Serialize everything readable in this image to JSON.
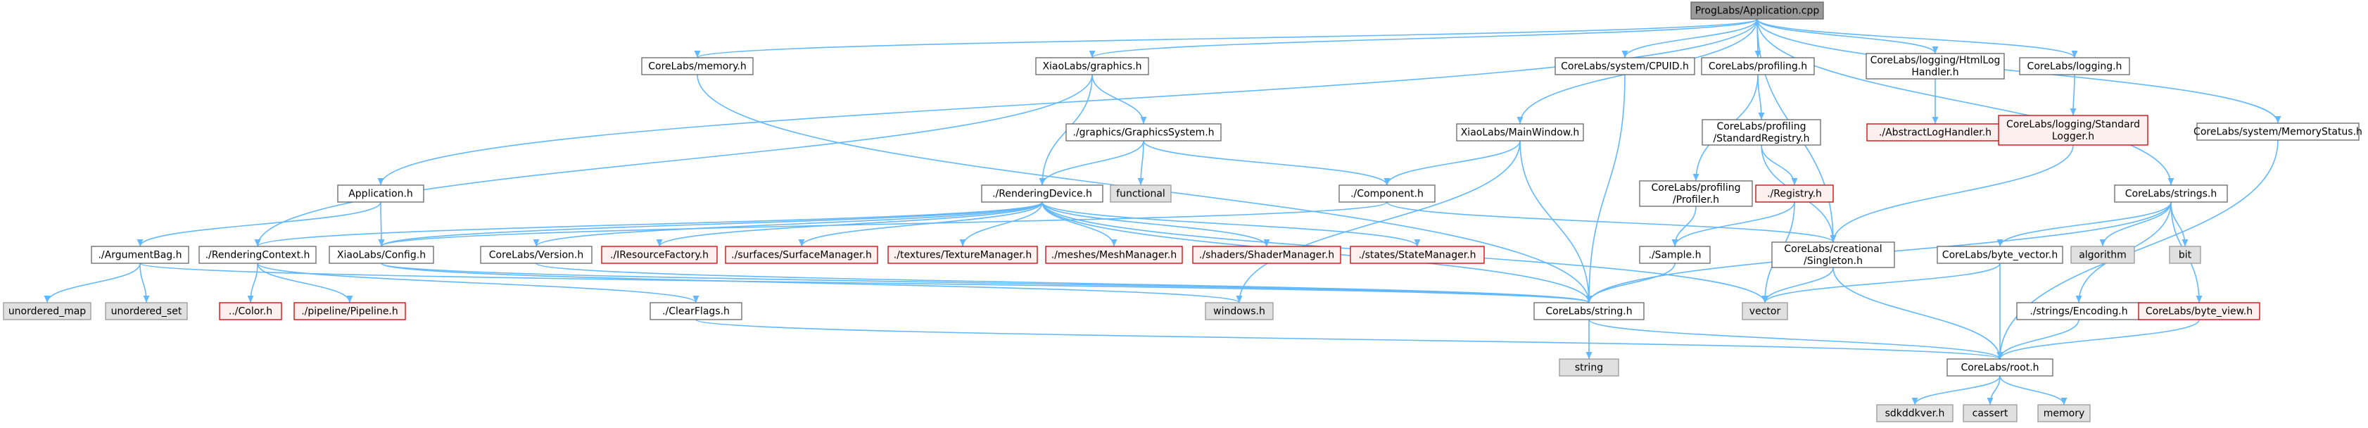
{
  "diagram": {
    "title": "ProgLabs/Application.cpp",
    "colors": {
      "edge": "#63b8ff",
      "focus_fill": "#999999",
      "focus_border": "#666666",
      "normal_fill": "#ffffff",
      "normal_border": "#666666",
      "missing_fill": "#fff0f0",
      "missing_border": "#cc0000",
      "system_fill": "#e0e0e0",
      "system_border": "#999999"
    },
    "nodes": [
      {
        "id": "app_cpp",
        "lines": [
          "ProgLabs/Application.cpp"
        ],
        "kind": "focus"
      },
      {
        "id": "memory_h",
        "lines": [
          "CoreLabs/memory.h"
        ],
        "kind": "normal"
      },
      {
        "id": "graphics_h",
        "lines": [
          "XiaoLabs/graphics.h"
        ],
        "kind": "normal"
      },
      {
        "id": "cpuid_h",
        "lines": [
          "CoreLabs/system/CPUID.h"
        ],
        "kind": "normal"
      },
      {
        "id": "profiling_h",
        "lines": [
          "CoreLabs/profiling.h"
        ],
        "kind": "normal"
      },
      {
        "id": "htmllog_h",
        "lines": [
          "CoreLabs/logging/HtmlLog",
          "Handler.h"
        ],
        "kind": "normal"
      },
      {
        "id": "logging_h",
        "lines": [
          "CoreLabs/logging.h"
        ],
        "kind": "normal"
      },
      {
        "id": "memstatus_h",
        "lines": [
          "CoreLabs/system/MemoryStatus.h"
        ],
        "kind": "normal"
      },
      {
        "id": "graphicssystem_h",
        "lines": [
          "./graphics/GraphicsSystem.h"
        ],
        "kind": "normal"
      },
      {
        "id": "mainwindow_h",
        "lines": [
          "XiaoLabs/MainWindow.h"
        ],
        "kind": "normal"
      },
      {
        "id": "stdregistry_h",
        "lines": [
          "CoreLabs/profiling",
          "/StandardRegistry.h"
        ],
        "kind": "normal"
      },
      {
        "id": "abstractlog_h",
        "lines": [
          "./AbstractLogHandler.h"
        ],
        "kind": "missing"
      },
      {
        "id": "stdlogger_h",
        "lines": [
          "CoreLabs/logging/Standard",
          "Logger.h"
        ],
        "kind": "missing"
      },
      {
        "id": "application_h",
        "lines": [
          "Application.h"
        ],
        "kind": "normal"
      },
      {
        "id": "functional",
        "lines": [
          "functional"
        ],
        "kind": "system"
      },
      {
        "id": "renderingdevice_h",
        "lines": [
          "./RenderingDevice.h"
        ],
        "kind": "normal"
      },
      {
        "id": "component_h",
        "lines": [
          "./Component.h"
        ],
        "kind": "normal"
      },
      {
        "id": "registry_h",
        "lines": [
          "./Registry.h"
        ],
        "kind": "missing"
      },
      {
        "id": "profiler_h",
        "lines": [
          "CoreLabs/profiling",
          "/Profiler.h"
        ],
        "kind": "normal"
      },
      {
        "id": "strings_h",
        "lines": [
          "CoreLabs/strings.h"
        ],
        "kind": "normal"
      },
      {
        "id": "argumentbag_h",
        "lines": [
          "./ArgumentBag.h"
        ],
        "kind": "normal"
      },
      {
        "id": "renderingcontext_h",
        "lines": [
          "./RenderingContext.h"
        ],
        "kind": "normal"
      },
      {
        "id": "config_h",
        "lines": [
          "XiaoLabs/Config.h"
        ],
        "kind": "normal"
      },
      {
        "id": "version_h",
        "lines": [
          "CoreLabs/Version.h"
        ],
        "kind": "normal"
      },
      {
        "id": "iresourcefactory_h",
        "lines": [
          "./IResourceFactory.h"
        ],
        "kind": "missing"
      },
      {
        "id": "surfacemanager_h",
        "lines": [
          "./surfaces/SurfaceManager.h"
        ],
        "kind": "missing"
      },
      {
        "id": "texturemanager_h",
        "lines": [
          "./textures/TextureManager.h"
        ],
        "kind": "missing"
      },
      {
        "id": "meshmanager_h",
        "lines": [
          "./meshes/MeshManager.h"
        ],
        "kind": "missing"
      },
      {
        "id": "shadermanager_h",
        "lines": [
          "./shaders/ShaderManager.h"
        ],
        "kind": "missing"
      },
      {
        "id": "statemanager_h",
        "lines": [
          "./states/StateManager.h"
        ],
        "kind": "missing"
      },
      {
        "id": "singleton_h",
        "lines": [
          "CoreLabs/creational",
          "/Singleton.h"
        ],
        "kind": "normal"
      },
      {
        "id": "sample_h",
        "lines": [
          "./Sample.h"
        ],
        "kind": "normal"
      },
      {
        "id": "byte_vector_h",
        "lines": [
          "CoreLabs/byte_vector.h"
        ],
        "kind": "normal"
      },
      {
        "id": "algorithm",
        "lines": [
          "algorithm"
        ],
        "kind": "system"
      },
      {
        "id": "bit",
        "lines": [
          "bit"
        ],
        "kind": "system"
      },
      {
        "id": "unordered_map",
        "lines": [
          "unordered_map"
        ],
        "kind": "system"
      },
      {
        "id": "unordered_set",
        "lines": [
          "unordered_set"
        ],
        "kind": "system"
      },
      {
        "id": "color_h",
        "lines": [
          "../Color.h"
        ],
        "kind": "missing"
      },
      {
        "id": "pipeline_h",
        "lines": [
          "./pipeline/Pipeline.h"
        ],
        "kind": "missing"
      },
      {
        "id": "clearflags_h",
        "lines": [
          "./ClearFlags.h"
        ],
        "kind": "normal"
      },
      {
        "id": "windows_h",
        "lines": [
          "windows.h"
        ],
        "kind": "system"
      },
      {
        "id": "string_h",
        "lines": [
          "CoreLabs/string.h"
        ],
        "kind": "normal"
      },
      {
        "id": "vector",
        "lines": [
          "vector"
        ],
        "kind": "system"
      },
      {
        "id": "encoding_h",
        "lines": [
          "./strings/Encoding.h"
        ],
        "kind": "normal"
      },
      {
        "id": "byte_view_h",
        "lines": [
          "CoreLabs/byte_view.h"
        ],
        "kind": "missing"
      },
      {
        "id": "string",
        "lines": [
          "string"
        ],
        "kind": "system"
      },
      {
        "id": "root_h",
        "lines": [
          "CoreLabs/root.h"
        ],
        "kind": "normal"
      },
      {
        "id": "sdkddkver_h",
        "lines": [
          "sdkddkver.h"
        ],
        "kind": "system"
      },
      {
        "id": "cassert",
        "lines": [
          "cassert"
        ],
        "kind": "system"
      },
      {
        "id": "memory",
        "lines": [
          "memory"
        ],
        "kind": "system"
      }
    ],
    "edges": [
      [
        "app_cpp",
        "memory_h"
      ],
      [
        "app_cpp",
        "graphics_h"
      ],
      [
        "app_cpp",
        "cpuid_h"
      ],
      [
        "app_cpp",
        "profiling_h"
      ],
      [
        "app_cpp",
        "htmllog_h"
      ],
      [
        "app_cpp",
        "logging_h"
      ],
      [
        "app_cpp",
        "memstatus_h"
      ],
      [
        "app_cpp",
        "application_h"
      ],
      [
        "app_cpp",
        "mainwindow_h"
      ],
      [
        "app_cpp",
        "strings_h"
      ],
      [
        "app_cpp",
        "singleton_h"
      ],
      [
        "memory_h",
        "string_h"
      ],
      [
        "graphics_h",
        "graphicssystem_h"
      ],
      [
        "graphics_h",
        "renderingdevice_h"
      ],
      [
        "graphics_h",
        "renderingcontext_h"
      ],
      [
        "graphicssystem_h",
        "functional"
      ],
      [
        "graphicssystem_h",
        "renderingdevice_h"
      ],
      [
        "graphicssystem_h",
        "component_h"
      ],
      [
        "cpuid_h",
        "string_h"
      ],
      [
        "mainwindow_h",
        "component_h"
      ],
      [
        "mainwindow_h",
        "windows_h"
      ],
      [
        "mainwindow_h",
        "string_h"
      ],
      [
        "profiling_h",
        "stdregistry_h"
      ],
      [
        "profiling_h",
        "profiler_h"
      ],
      [
        "stdregistry_h",
        "registry_h"
      ],
      [
        "stdregistry_h",
        "singleton_h"
      ],
      [
        "registry_h",
        "sample_h"
      ],
      [
        "registry_h",
        "vector"
      ],
      [
        "profiler_h",
        "sample_h"
      ],
      [
        "sample_h",
        "string_h"
      ],
      [
        "htmllog_h",
        "abstractlog_h"
      ],
      [
        "logging_h",
        "stdlogger_h"
      ],
      [
        "stdlogger_h",
        "singleton_h"
      ],
      [
        "memstatus_h",
        "root_h"
      ],
      [
        "application_h",
        "argumentbag_h"
      ],
      [
        "application_h",
        "config_h"
      ],
      [
        "argumentbag_h",
        "unordered_map"
      ],
      [
        "argumentbag_h",
        "unordered_set"
      ],
      [
        "argumentbag_h",
        "string_h"
      ],
      [
        "renderingdevice_h",
        "renderingcontext_h"
      ],
      [
        "renderingdevice_h",
        "config_h"
      ],
      [
        "renderingdevice_h",
        "version_h"
      ],
      [
        "renderingdevice_h",
        "iresourcefactory_h"
      ],
      [
        "renderingdevice_h",
        "surfacemanager_h"
      ],
      [
        "renderingdevice_h",
        "texturemanager_h"
      ],
      [
        "renderingdevice_h",
        "meshmanager_h"
      ],
      [
        "renderingdevice_h",
        "shadermanager_h"
      ],
      [
        "renderingdevice_h",
        "statemanager_h"
      ],
      [
        "renderingdevice_h",
        "vector"
      ],
      [
        "renderingdevice_h",
        "string_h"
      ],
      [
        "component_h",
        "config_h"
      ],
      [
        "component_h",
        "singleton_h"
      ],
      [
        "renderingcontext_h",
        "color_h"
      ],
      [
        "renderingcontext_h",
        "pipeline_h"
      ],
      [
        "renderingcontext_h",
        "clearflags_h"
      ],
      [
        "config_h",
        "windows_h"
      ],
      [
        "config_h",
        "string_h"
      ],
      [
        "version_h",
        "string_h"
      ],
      [
        "clearflags_h",
        "root_h"
      ],
      [
        "singleton_h",
        "vector"
      ],
      [
        "singleton_h",
        "root_h"
      ],
      [
        "strings_h",
        "byte_vector_h"
      ],
      [
        "strings_h",
        "algorithm"
      ],
      [
        "strings_h",
        "bit"
      ],
      [
        "strings_h",
        "encoding_h"
      ],
      [
        "strings_h",
        "byte_view_h"
      ],
      [
        "strings_h",
        "string_h"
      ],
      [
        "byte_vector_h",
        "vector"
      ],
      [
        "byte_vector_h",
        "root_h"
      ],
      [
        "encoding_h",
        "root_h"
      ],
      [
        "byte_view_h",
        "root_h"
      ],
      [
        "string_h",
        "string"
      ],
      [
        "string_h",
        "root_h"
      ],
      [
        "root_h",
        "sdkddkver_h"
      ],
      [
        "root_h",
        "cassert"
      ],
      [
        "root_h",
        "memory"
      ]
    ]
  }
}
